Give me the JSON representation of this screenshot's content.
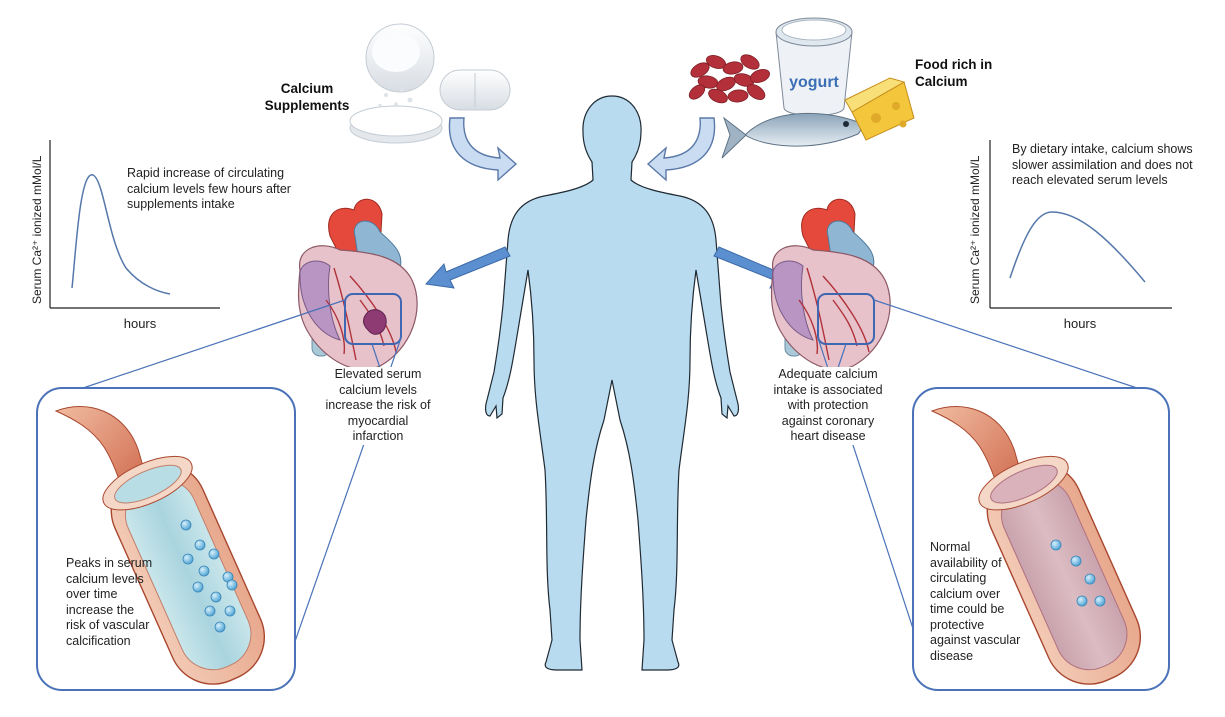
{
  "supplements": {
    "label": "Calcium\nSupplements"
  },
  "food": {
    "label": "Food rich in\nCalcium",
    "yogurt_label": "yogurt"
  },
  "left_chart": {
    "ylabel": "Serum Ca²⁺ ionized mMol/L",
    "xlabel": "hours",
    "annotation": "Rapid increase of circulating calcium levels few hours after supplements intake"
  },
  "right_chart": {
    "ylabel": "Serum Ca²⁺ ionized mMol/L",
    "xlabel": "hours",
    "annotation": "By dietary intake, calcium shows slower assimilation and does not reach elevated serum levels"
  },
  "left_heart": {
    "caption": "Elevated serum calcium levels increase the risk of myocardial infarction"
  },
  "right_heart": {
    "caption": "Adequate calcium intake is associated with protection against coronary heart disease"
  },
  "left_vessel": {
    "caption": "Peaks in serum calcium levels over time increase the risk of vascular calcification"
  },
  "right_vessel": {
    "caption": "Normal availability of circulating calcium over time could be protective against vascular disease"
  },
  "colors": {
    "body": "#b9dbf0",
    "body_outline": "#1f2a33",
    "arrow": "#5b8fcf",
    "box": "#4a72b8",
    "particle": "#6fb8e0"
  }
}
